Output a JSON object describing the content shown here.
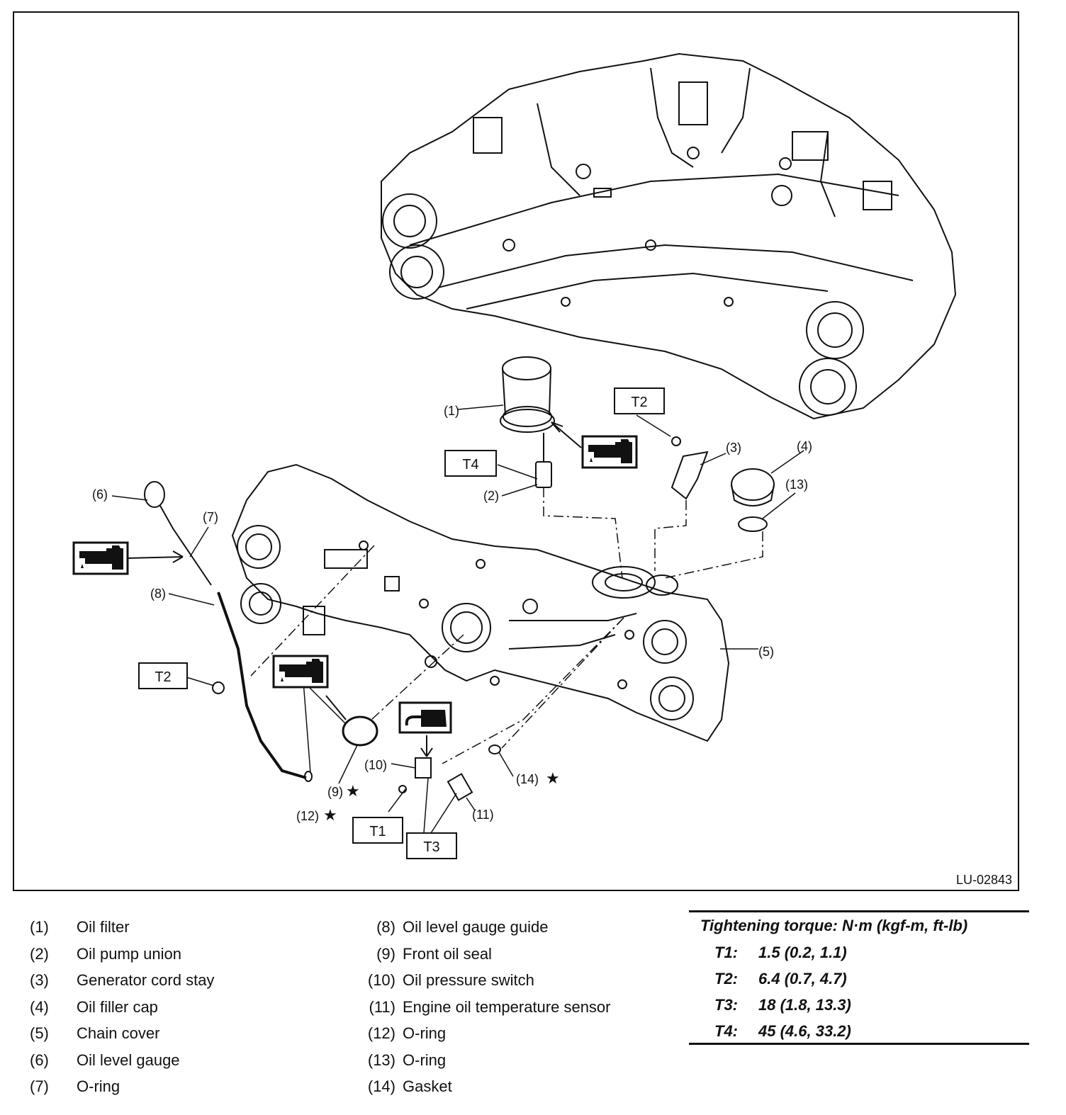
{
  "figure_id": "LU-02843",
  "callouts": [
    {
      "id": "1",
      "text": "(1)"
    },
    {
      "id": "2",
      "text": "(2)"
    },
    {
      "id": "3",
      "text": "(3)"
    },
    {
      "id": "4",
      "text": "(4)"
    },
    {
      "id": "5",
      "text": "(5)"
    },
    {
      "id": "6",
      "text": "(6)"
    },
    {
      "id": "7",
      "text": "(7)"
    },
    {
      "id": "8",
      "text": "(8)"
    },
    {
      "id": "9",
      "text": "(9)"
    },
    {
      "id": "10",
      "text": "(10)"
    },
    {
      "id": "11",
      "text": "(11)"
    },
    {
      "id": "12",
      "text": "(12)"
    },
    {
      "id": "13",
      "text": "(13)"
    },
    {
      "id": "14",
      "text": "(14)"
    }
  ],
  "torque_tags": {
    "t1": "T1",
    "t2_top": "T2",
    "t2_left": "T2",
    "t3": "T3",
    "t4": "T4"
  },
  "star": "★",
  "legend_left": [
    {
      "num": "(1)",
      "name": "Oil filter"
    },
    {
      "num": "(2)",
      "name": "Oil pump union"
    },
    {
      "num": "(3)",
      "name": "Generator cord stay"
    },
    {
      "num": "(4)",
      "name": "Oil filler cap"
    },
    {
      "num": "(5)",
      "name": "Chain cover"
    },
    {
      "num": "(6)",
      "name": "Oil level gauge"
    },
    {
      "num": "(7)",
      "name": "O-ring"
    }
  ],
  "legend_mid": [
    {
      "num": "(8)",
      "name": "Oil level gauge guide"
    },
    {
      "num": "(9)",
      "name": "Front oil seal"
    },
    {
      "num": "(10)",
      "name": "Oil pressure switch"
    },
    {
      "num": "(11)",
      "name": "Engine oil temperature sensor"
    },
    {
      "num": "(12)",
      "name": "O-ring"
    },
    {
      "num": "(13)",
      "name": "O-ring"
    },
    {
      "num": "(14)",
      "name": "Gasket"
    }
  ],
  "torque_table": {
    "title": "Tightening torque: N·m (kgf-m, ft-lb)",
    "rows": [
      {
        "key": "T1:",
        "value": "1.5 (0.2, 1.1)"
      },
      {
        "key": "T2:",
        "value": "6.4 (0.7, 4.7)"
      },
      {
        "key": "T3:",
        "value": "18 (1.8, 13.3)"
      },
      {
        "key": "T4:",
        "value": "45 (4.6, 33.2)"
      }
    ]
  },
  "icons": [
    "oil-can-icon",
    "sealant-icon",
    "star-icon"
  ]
}
